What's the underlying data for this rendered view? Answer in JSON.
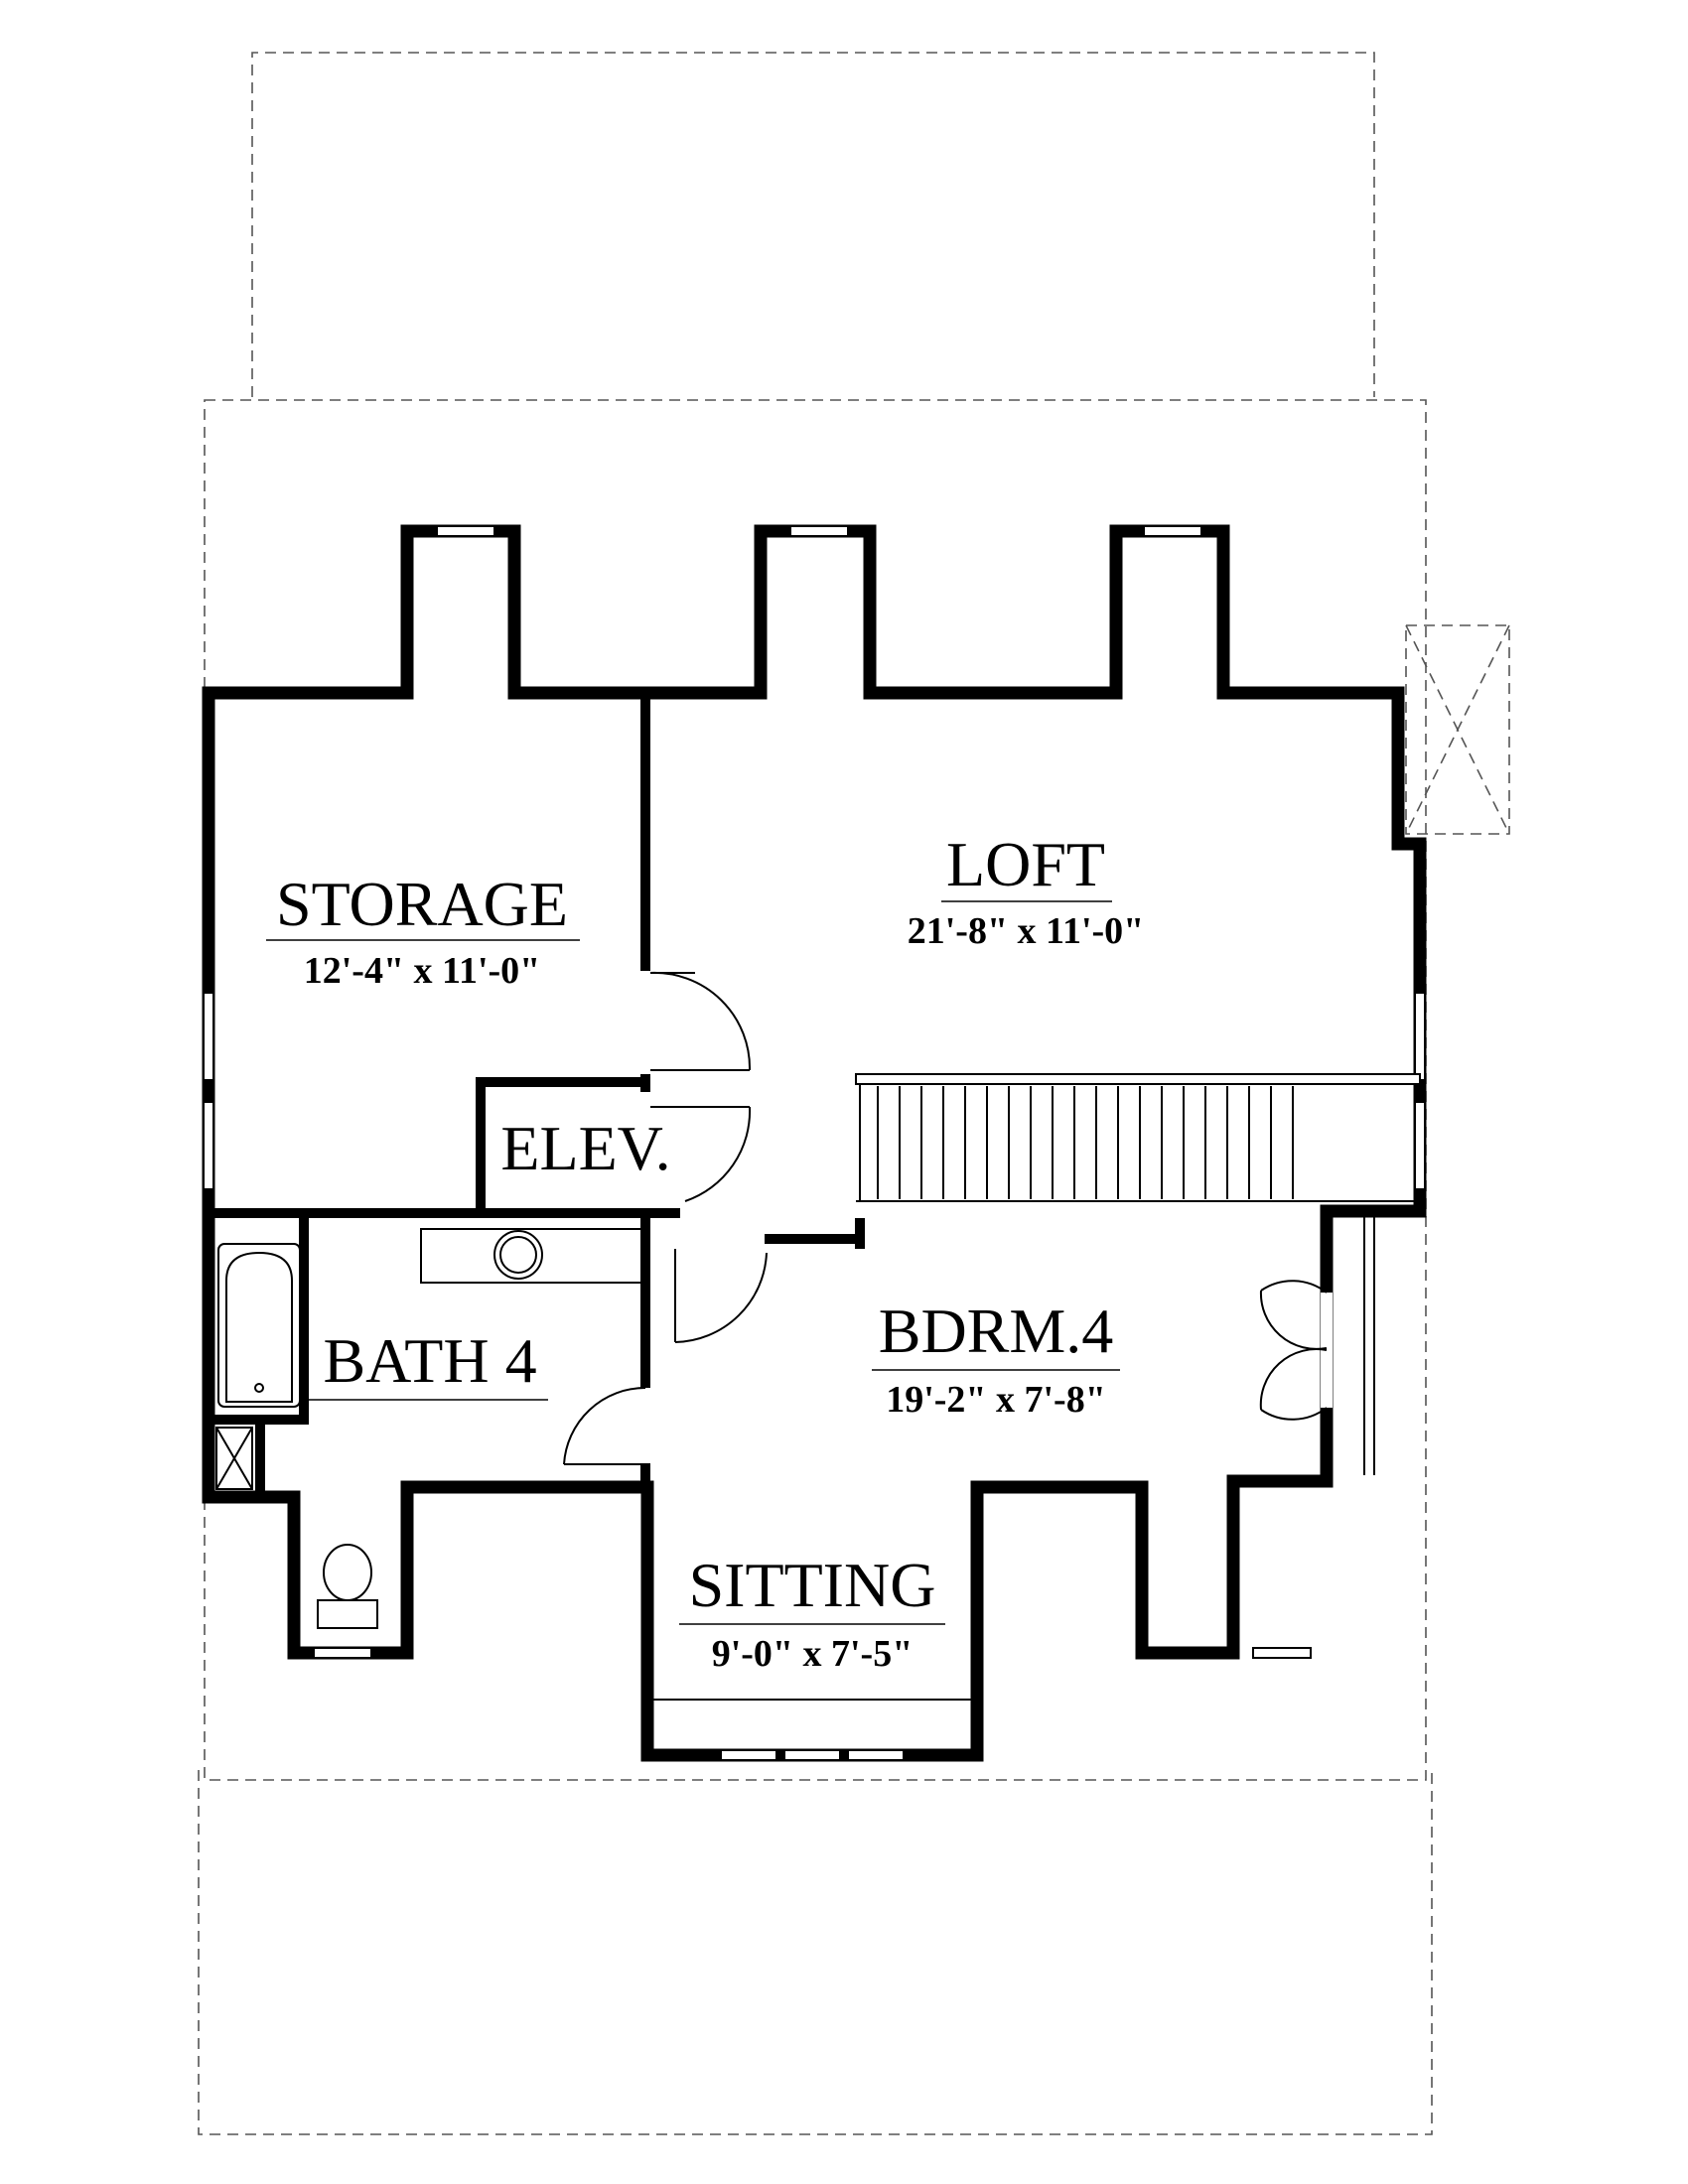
{
  "rooms": {
    "storage": {
      "name": "STORAGE",
      "dims": "12'-4\" x 11'-0\""
    },
    "loft": {
      "name": "LOFT",
      "dims": "21'-8\" x 11'-0\""
    },
    "elev": {
      "name": "ELEV."
    },
    "bath4": {
      "name": "BATH 4"
    },
    "bdrm4": {
      "name": "BDRM.4",
      "dims": "19'-2\" x 7'-8\""
    },
    "sitting": {
      "name": "SITTING",
      "dims": "9'-0\" x 7'-5\""
    }
  }
}
